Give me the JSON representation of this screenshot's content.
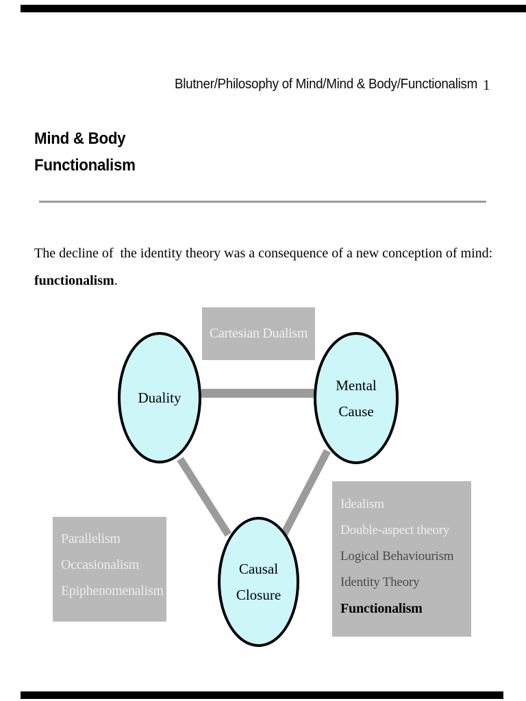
{
  "header": {
    "breadcrumb": "Blutner/Philosophy of Mind/Mind & Body/Functionalism",
    "page_number": "1"
  },
  "title": {
    "line1": "Mind & Body",
    "line2": "Functionalism"
  },
  "body": {
    "sentence": "The decline of  the identity theory was a consequence of a new conception of mind:",
    "emphasis": "functionalism",
    "period": "."
  },
  "diagram": {
    "top_box": {
      "label": "Cartesian Dualism"
    },
    "nodes": {
      "duality": {
        "label": "Duality"
      },
      "mental_cause": {
        "line1": "Mental",
        "line2": "Cause"
      },
      "causal_closure": {
        "line1": "Causal",
        "line2": "Closure"
      }
    },
    "left_box": {
      "items": [
        "Parallelism",
        "Occasionalism",
        "Epiphenomenalism"
      ]
    },
    "right_box": {
      "items": [
        "Idealism",
        "Double-aspect theory",
        "Logical Behaviourism",
        "Identity Theory",
        "Functionalism"
      ]
    },
    "colors": {
      "node_fill": "#ccf6f8",
      "node_border": "#000000",
      "connector_gray": "#9b9b9b",
      "label_box_gray": "#b9b9b9",
      "box_text_light": "#efefef",
      "box_text_dark": "#4a4a4a"
    }
  }
}
